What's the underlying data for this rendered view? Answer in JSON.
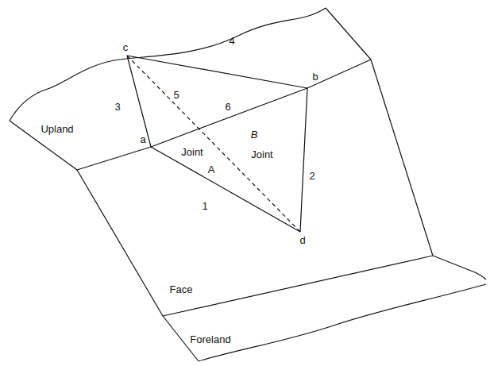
{
  "diagram": {
    "labels": [
      "c",
      "4",
      "3",
      "5",
      "6",
      "b",
      "Upland",
      "a",
      "Joint",
      "B",
      "Joint",
      "2",
      "A",
      "1",
      "d",
      "Face",
      "Foreland"
    ]
  }
}
